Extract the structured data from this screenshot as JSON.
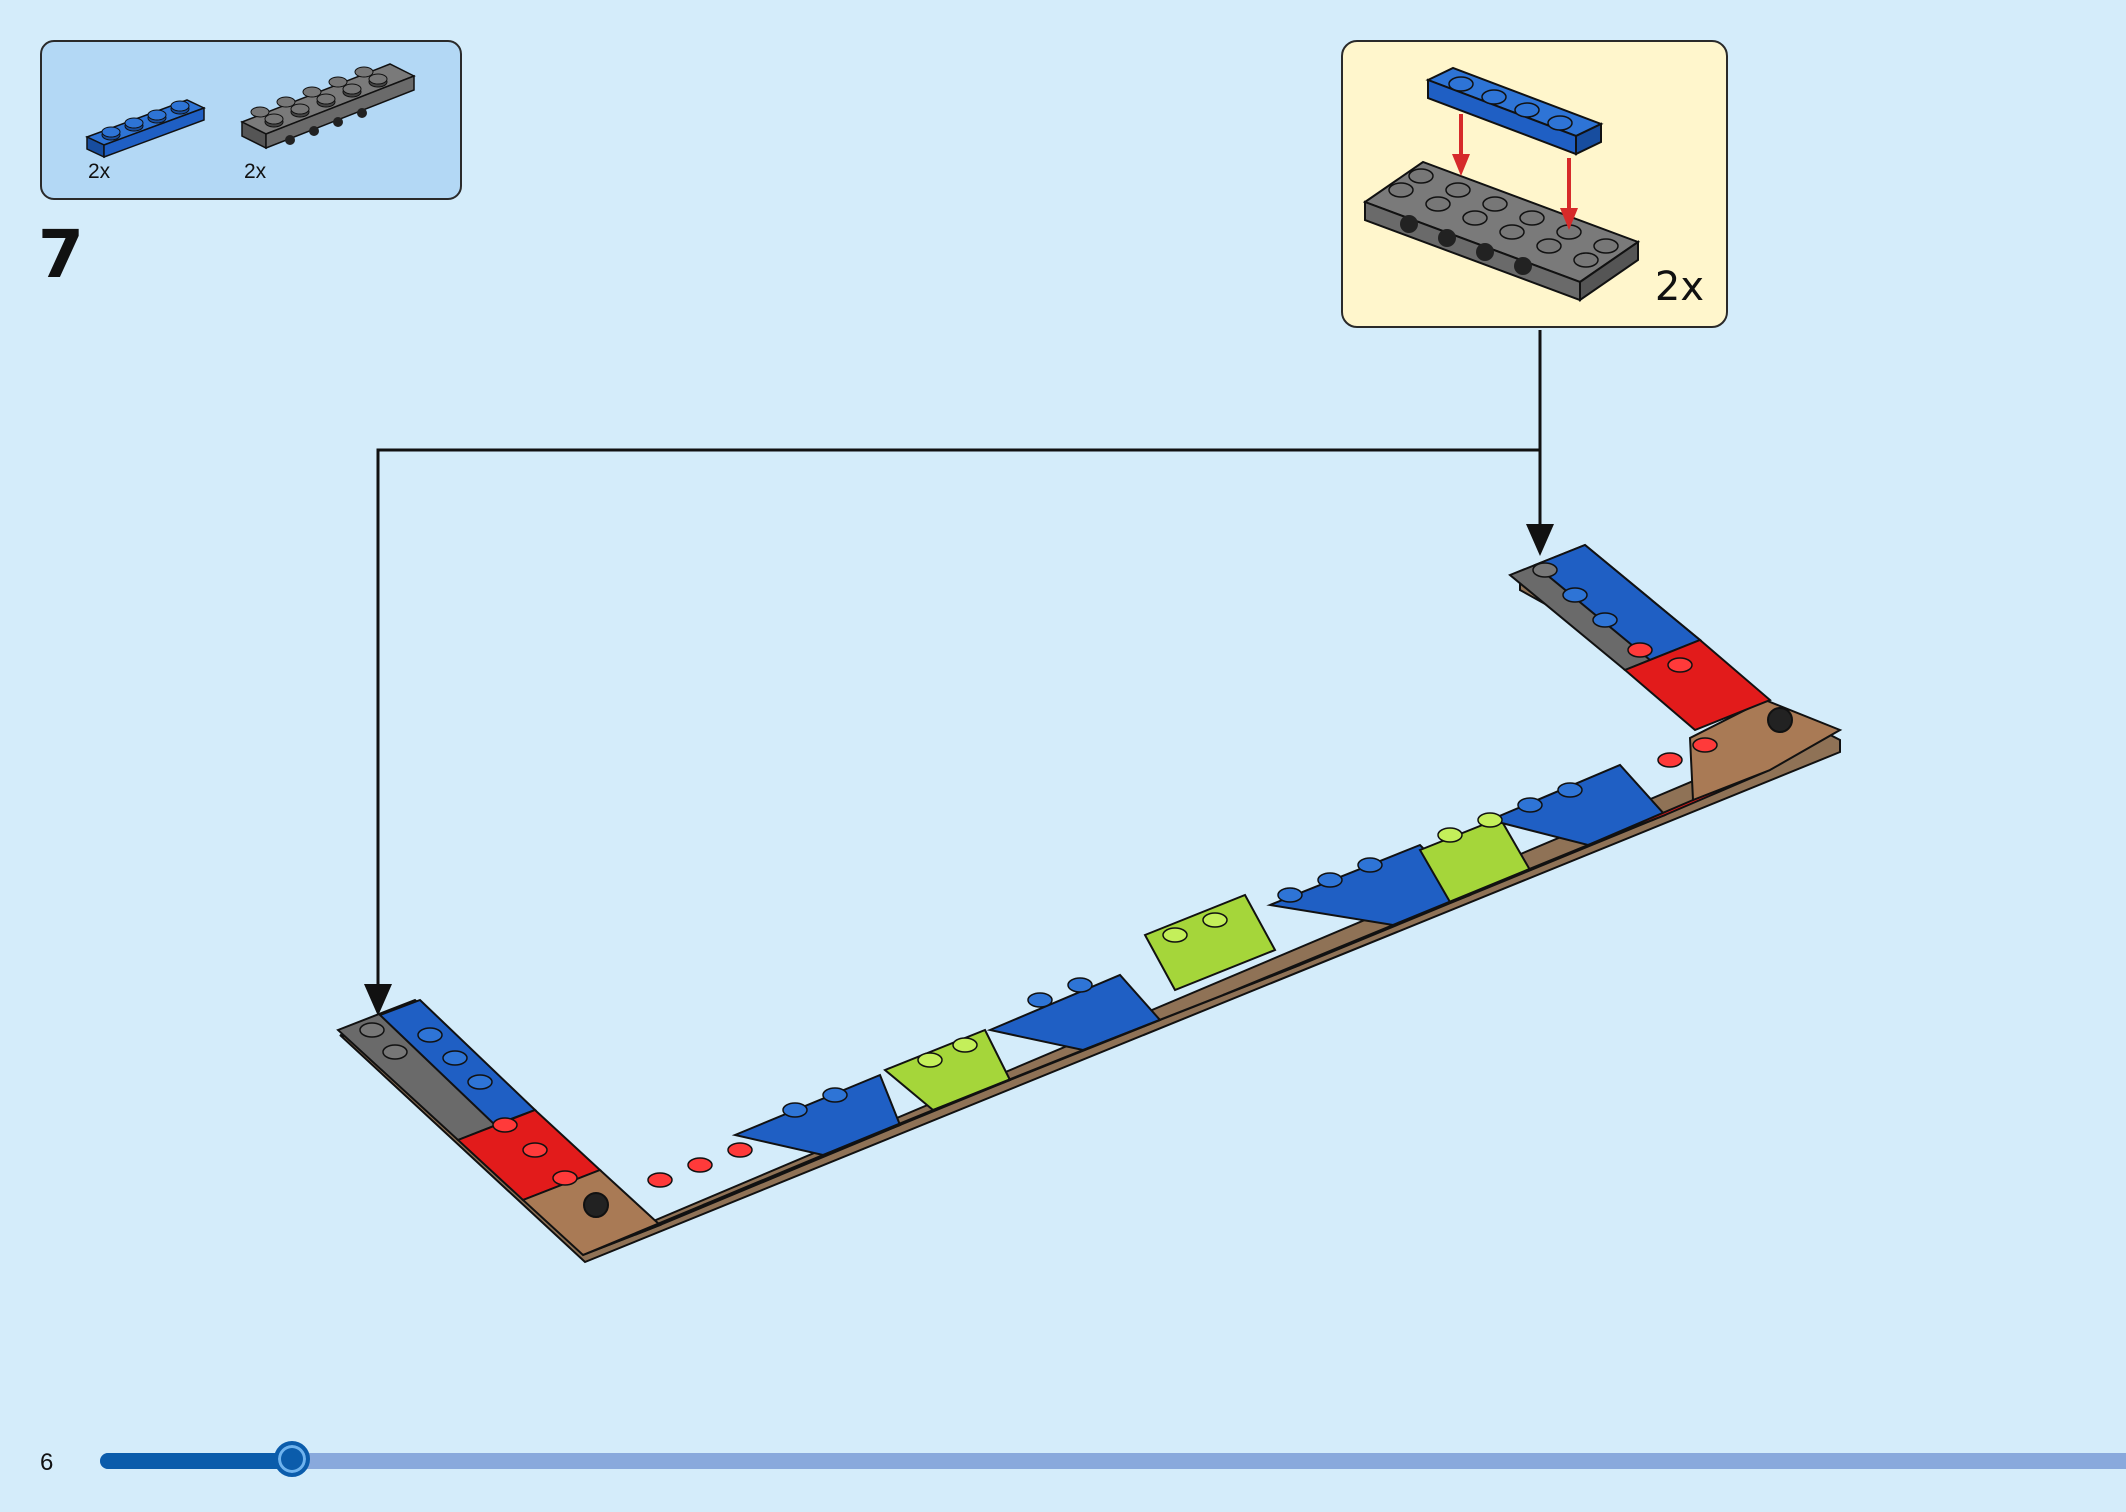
{
  "parts_needed": {
    "items": [
      {
        "part": "blue-plate-1x4",
        "color": "#1f5fc4",
        "qty": "2x"
      },
      {
        "part": "dark-gray-plate-2x6-with-side-studs",
        "color": "#6e6e6e",
        "qty": "2x"
      }
    ]
  },
  "step": {
    "number": "7"
  },
  "callout": {
    "qty": "2x",
    "arrow_color": "#d62a2a"
  },
  "colors": {
    "background": "#d4ecfa",
    "red": "#e21b1b",
    "blue": "#1f5fc4",
    "lime": "#a5d63a",
    "dark_gray": "#6a6a6a",
    "light_gray": "#b8b8b8",
    "tan": "#a97a55"
  },
  "footer": {
    "page_number": "6",
    "progress": 0.095
  }
}
